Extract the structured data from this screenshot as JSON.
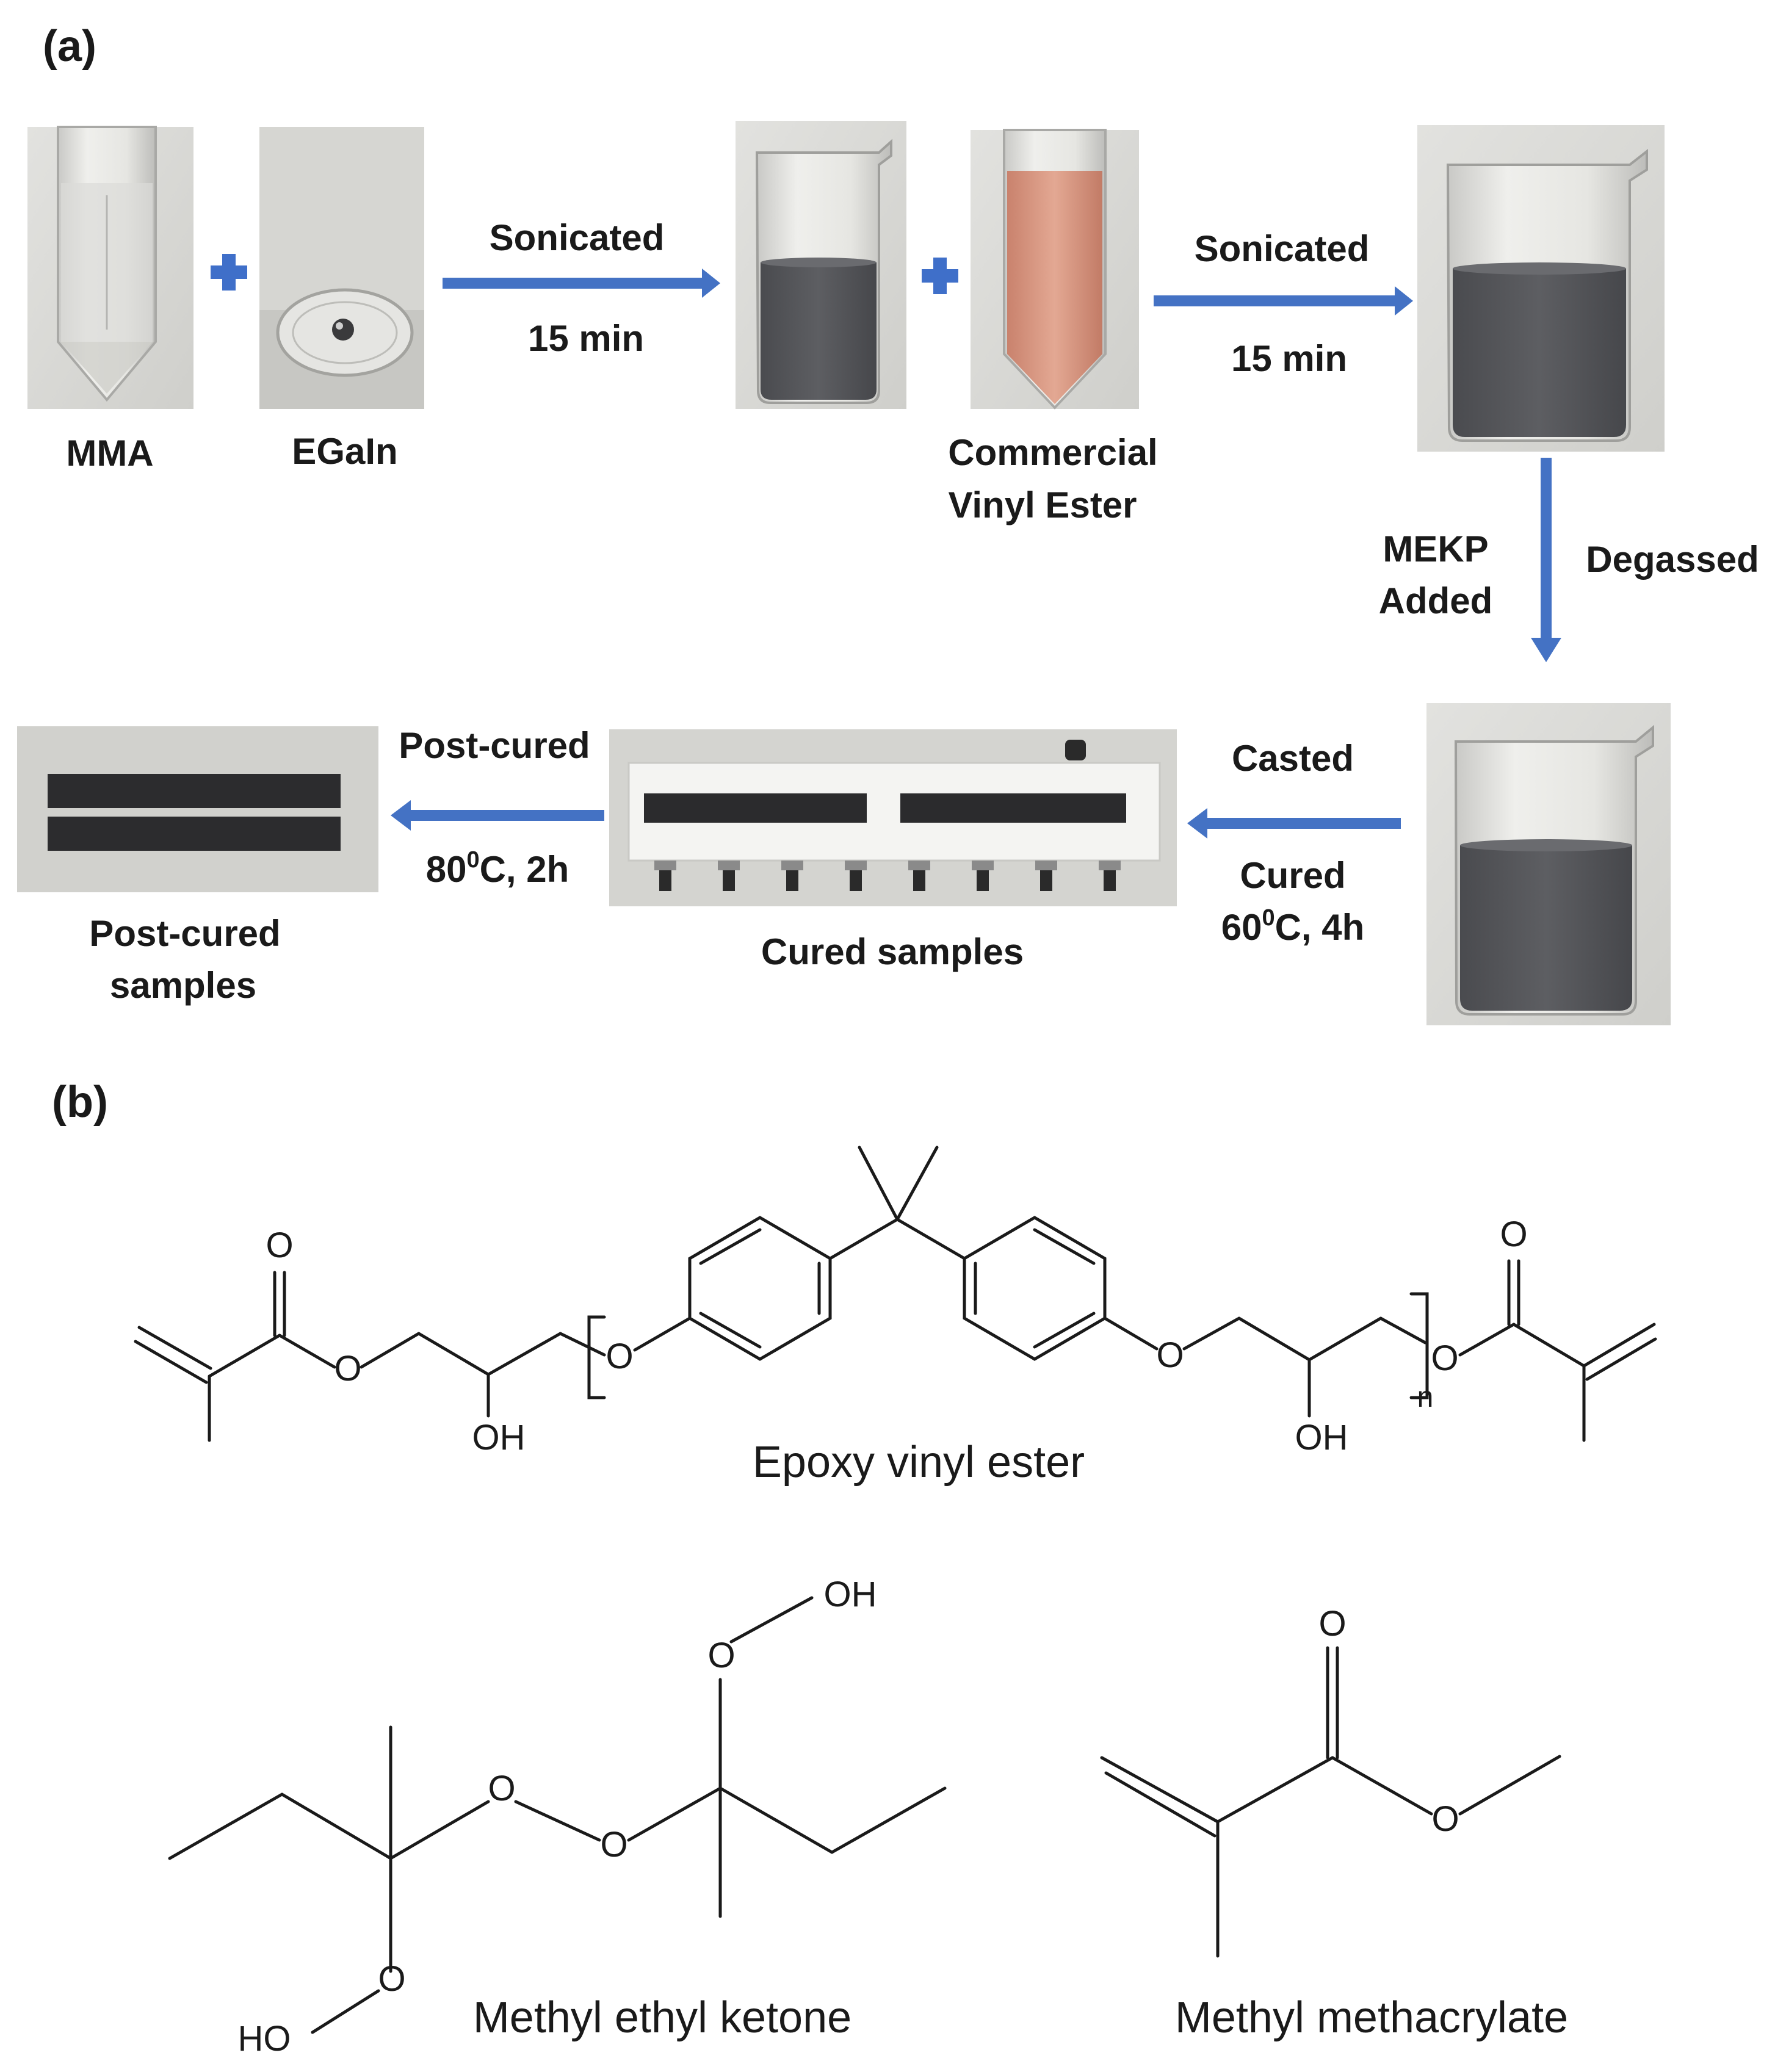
{
  "panels": {
    "a": "(a)",
    "b": "(b)"
  },
  "photo_labels": {
    "mma": "MMA",
    "egain": "EGaIn",
    "vinyl_ester_1": "Commercial",
    "vinyl_ester_2": "Vinyl Ester",
    "cured": "Cured samples",
    "post_cured_1": "Post-cured",
    "post_cured_2": "samples"
  },
  "process_steps": {
    "step1_top": "Sonicated",
    "step1_bottom": "15 min",
    "step2_top": "Sonicated",
    "step2_bottom": "15 min",
    "step3_left_1": "MEKP",
    "step3_left_2": "Added",
    "step3_right": "Degassed",
    "step4_top": "Casted",
    "step4_bottom_1": "Cured",
    "step4_bottom_2": "60",
    "step4_bottom_2_sup": "0",
    "step4_bottom_2_rest": "C, 4h",
    "step5_top": "Post-cured",
    "step5_bottom": "80",
    "step5_bottom_sup": "0",
    "step5_bottom_rest": "C, 2h"
  },
  "molecules": {
    "epoxy_name": "Epoxy vinyl ester",
    "mek_name": "Methyl ethyl ketone",
    "mma_name": "Methyl methacrylate",
    "atom_O": "O",
    "atom_OH": "OH",
    "atom_HO": "HO",
    "subscript_n": "n"
  },
  "colors": {
    "arrow": "#4472C4",
    "plus": "#3F6FC9",
    "text": "#1a1a1a",
    "liquid_dark": "#55565a",
    "vinyl_ester_liquid": "#d99a86"
  }
}
